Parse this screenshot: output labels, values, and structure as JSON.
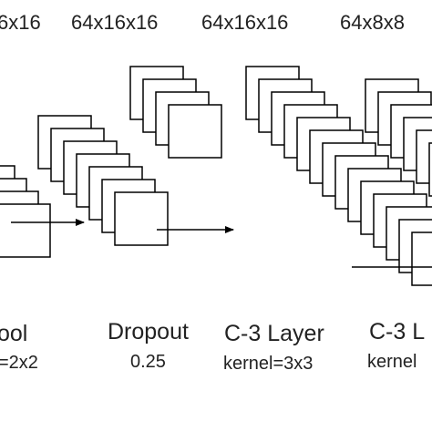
{
  "dims": {
    "first": "6x16",
    "dropout": "64x16x16",
    "conv1": "64x16x16",
    "conv2": "64x8x8"
  },
  "layers": {
    "pool": {
      "name": "ool",
      "param": "=2x2"
    },
    "dropout": {
      "name": "Dropout",
      "param": "0.25"
    },
    "conv1": {
      "name": "C-3 Layer",
      "param": "kernel=3x3"
    },
    "conv2": {
      "name": "C-3 L",
      "param": "kernel"
    }
  },
  "colors": {
    "stroke": "#000000",
    "fill": "#ffffff",
    "text": "#222222"
  }
}
